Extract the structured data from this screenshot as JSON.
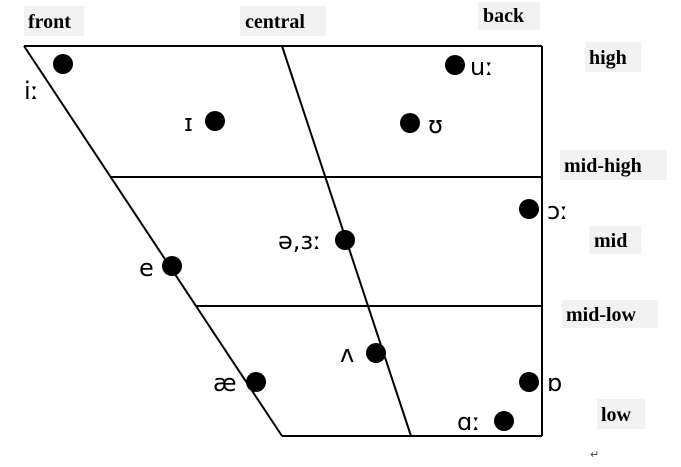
{
  "headers": {
    "front": "front",
    "central": "central",
    "back": "back",
    "high": "high",
    "mid_high": "mid-high",
    "mid": "mid",
    "mid_low": "mid-low",
    "low": "low"
  },
  "vowels": [
    {
      "id": "i-long",
      "label": "iː"
    },
    {
      "id": "u-long",
      "label": "uː"
    },
    {
      "id": "small-i",
      "label": "ɪ"
    },
    {
      "id": "upsilon",
      "label": "ʊ"
    },
    {
      "id": "open-o-long",
      "label": "ɔː"
    },
    {
      "id": "schwa",
      "label": "ə,ɜː"
    },
    {
      "id": "e",
      "label": "e"
    },
    {
      "id": "wedge",
      "label": "ʌ"
    },
    {
      "id": "ash",
      "label": "æ"
    },
    {
      "id": "turned-a",
      "label": "ɒ"
    },
    {
      "id": "a-long",
      "label": "ɑː"
    }
  ],
  "return_mark": "↵"
}
